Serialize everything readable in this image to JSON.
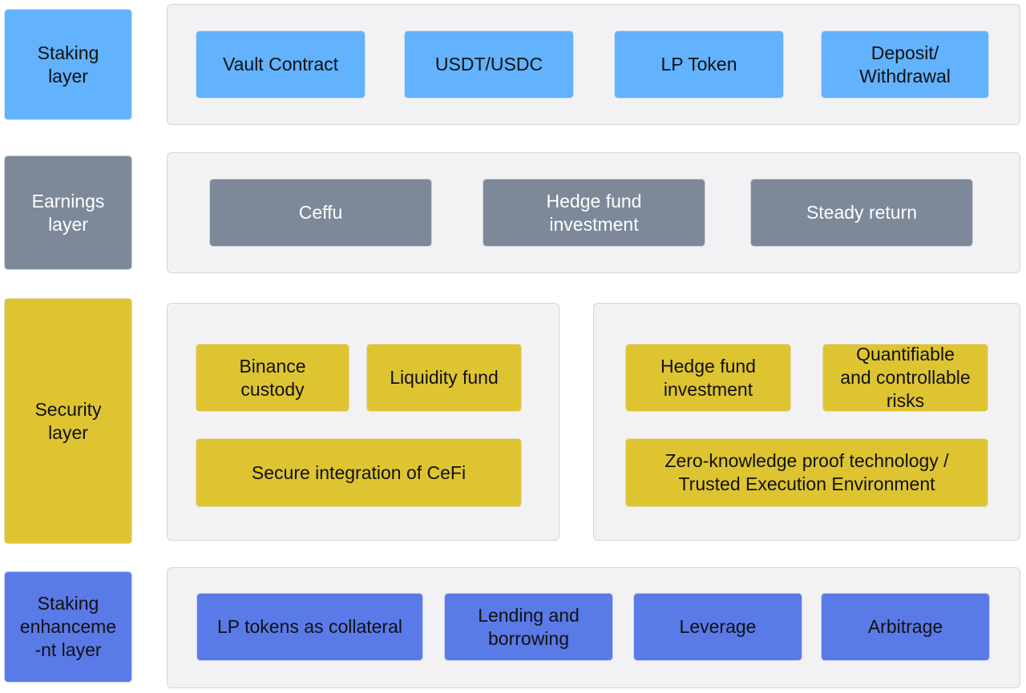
{
  "colors": {
    "staking": "#62b2fd",
    "earnings": "#7d8999",
    "security": "#dec431",
    "enhancement": "#5a7ae8",
    "panel_bg": "#f2f2f5"
  },
  "layers": {
    "staking": {
      "label": "Staking\nlayer",
      "items": [
        "Vault Contract",
        "USDT/USDC",
        "LP Token",
        "Deposit/\nWithdrawal"
      ]
    },
    "earnings": {
      "label": "Earnings\nlayer",
      "items": [
        "Ceffu",
        "Hedge fund\ninvestment",
        "Steady return"
      ]
    },
    "security": {
      "label": "Security\nlayer",
      "left_items": [
        "Binance\ncustody",
        "Liquidity fund",
        "Secure integration of CeFi"
      ],
      "right_items": [
        "Hedge fund\ninvestment",
        "Quantifiable\nand controllable\nrisks",
        "Zero-knowledge proof technology /\nTrusted Execution Environment"
      ]
    },
    "enhancement": {
      "label": "Staking\nenhanceme\n-nt layer",
      "items": [
        "LP tokens as collateral",
        "Lending and\nborrowing",
        "Leverage",
        "Arbitrage"
      ]
    }
  }
}
